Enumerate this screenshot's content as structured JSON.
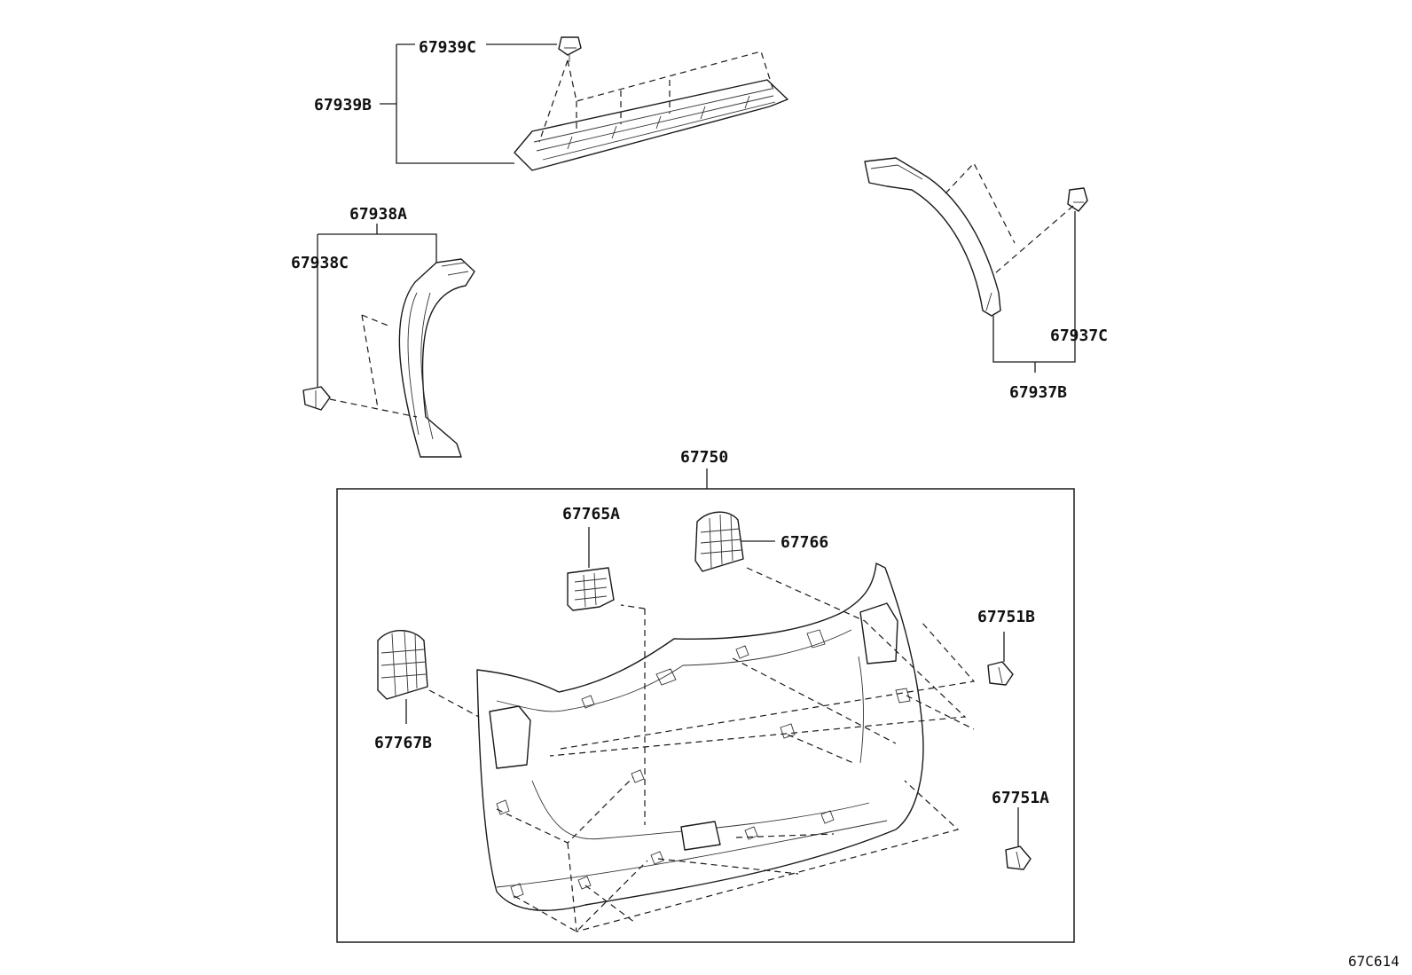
{
  "diagram": {
    "code": "67C614",
    "parts": {
      "p67939C": "67939C",
      "p67939B": "67939B",
      "p67938A": "67938A",
      "p67938C": "67938C",
      "p67937C": "67937C",
      "p67937B": "67937B",
      "p67750": "67750",
      "p67765A": "67765A",
      "p67766": "67766",
      "p67751B": "67751B",
      "p67767B": "67767B",
      "p67751A": "67751A"
    }
  }
}
